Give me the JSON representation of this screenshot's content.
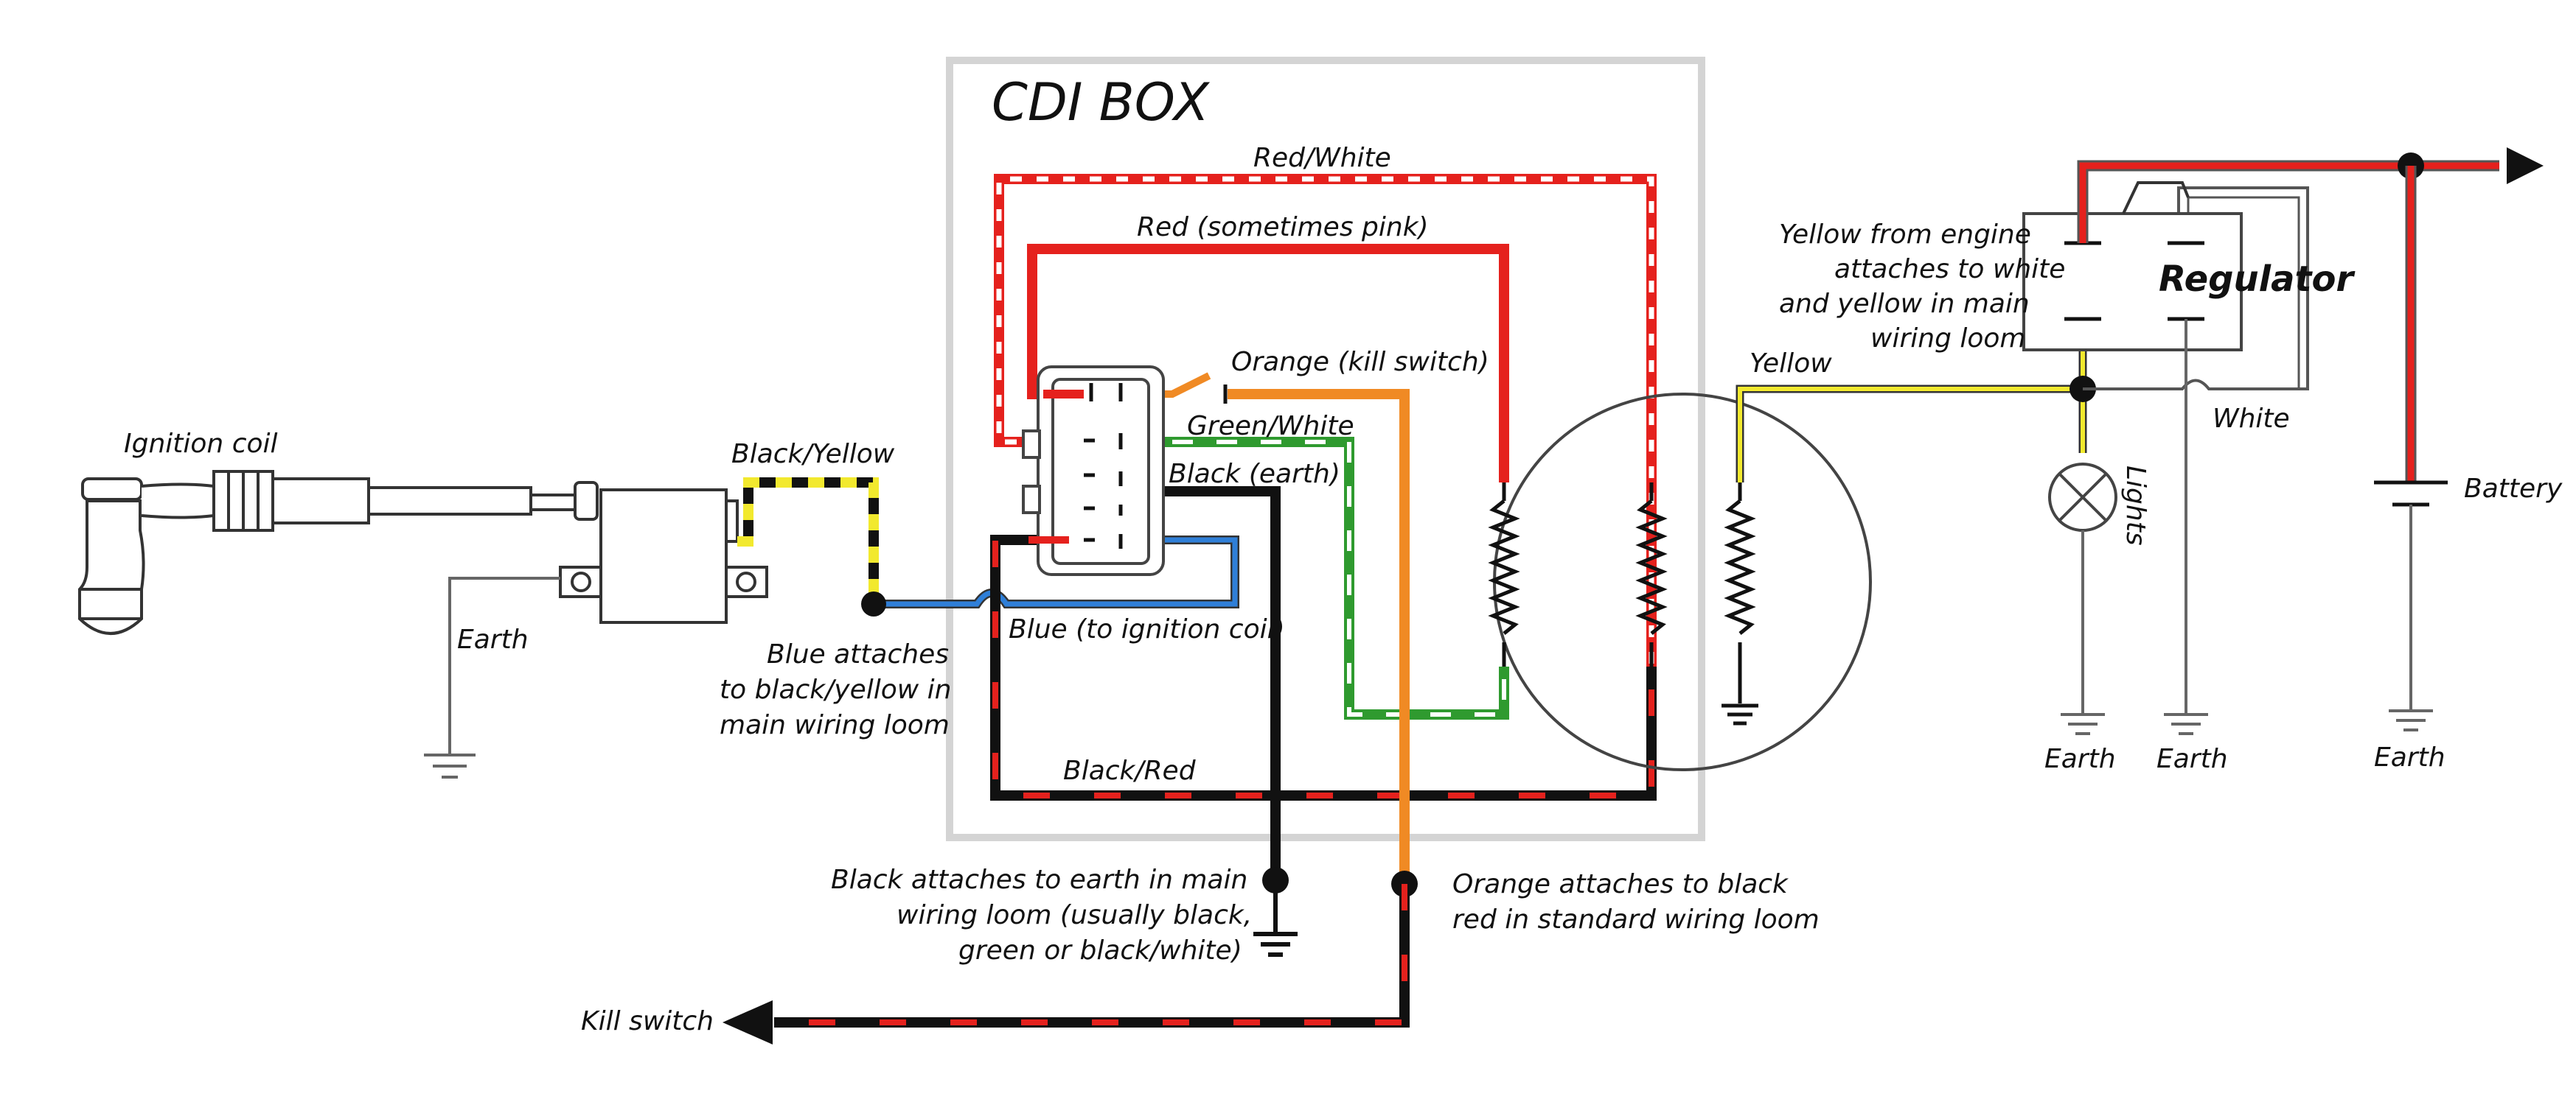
{
  "title": "CDI BOX",
  "labels": {
    "ignition_coil": "Ignition coil",
    "earth_left": "Earth",
    "black_yellow": "Black/Yellow",
    "blue_attaches": [
      "Blue attaches",
      "to black/yellow in",
      "main wiring loom"
    ],
    "blue_ignition": "Blue (to ignition coil)",
    "red_white": "Red/White",
    "red_pink": "Red (sometimes pink)",
    "orange_kill": "Orange (kill switch)",
    "green_white": "Green/White",
    "black_earth": "Black (earth)",
    "black_red": "Black/Red",
    "black_attaches": [
      "Black attaches to earth in main",
      "wiring loom (usually black,",
      "green or black/white)"
    ],
    "orange_attaches": [
      "Orange attaches to black",
      "red in standard wiring loom"
    ],
    "kill_switch": "Kill switch",
    "yellow_from_engine": [
      "Yellow from engine",
      "attaches to white",
      "and yellow in main",
      "wiring loom"
    ],
    "yellow": "Yellow",
    "regulator": "Regulator",
    "white": "White",
    "lights": "Lights",
    "battery": "Battery",
    "earth_1": "Earth",
    "earth_2": "Earth",
    "earth_3": "Earth"
  },
  "colors": {
    "red": "#e5211d",
    "black": "#111111",
    "white": "#ffffff",
    "yellow": "#f2e92e",
    "orange": "#f08a24",
    "green": "#2f9a2f",
    "blue": "#2f7fd8",
    "box": "#d4d4d4",
    "grey": "#666666"
  }
}
